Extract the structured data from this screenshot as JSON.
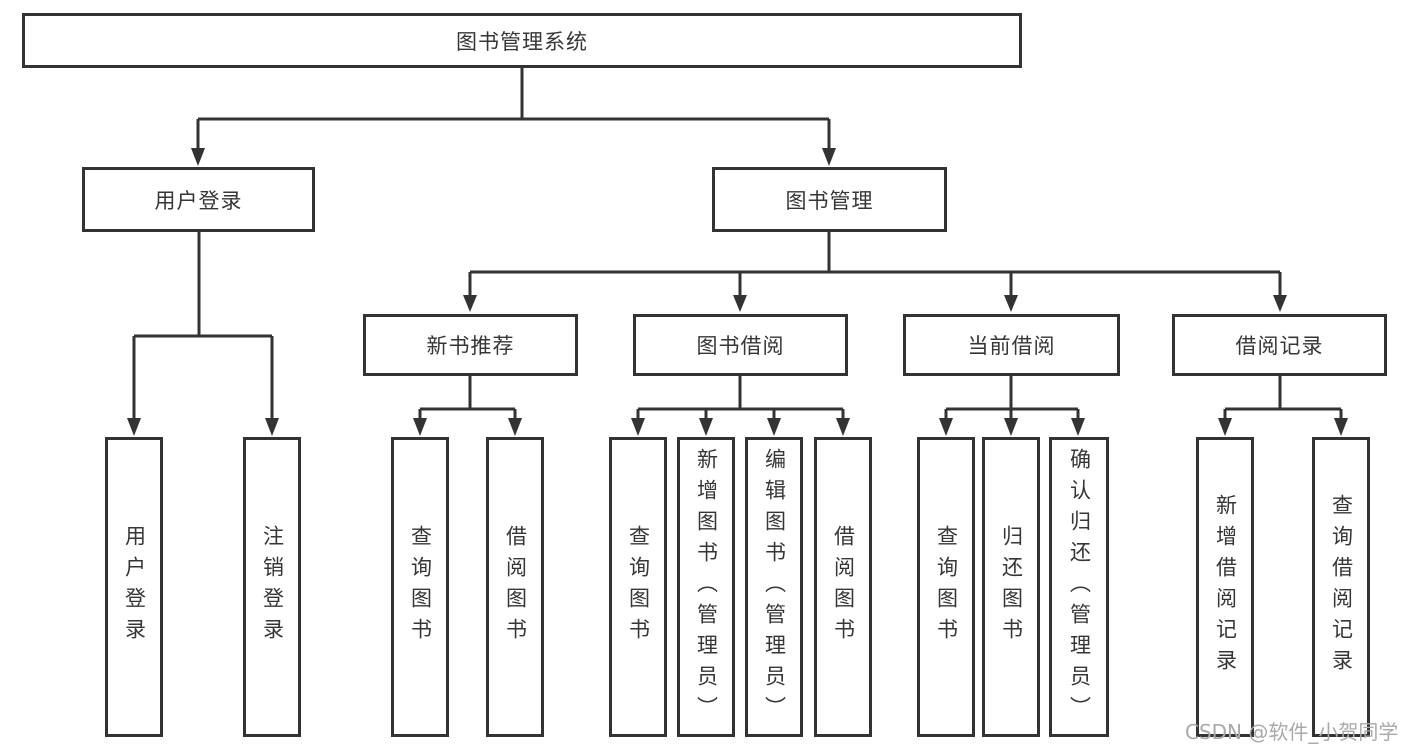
{
  "diagram": {
    "root": {
      "label": "图书管理系统"
    },
    "level2": [
      {
        "label": "用户登录"
      },
      {
        "label": "图书管理"
      }
    ],
    "level3": [
      {
        "label": "新书推荐"
      },
      {
        "label": "图书借阅"
      },
      {
        "label": "当前借阅"
      },
      {
        "label": "借阅记录"
      }
    ],
    "leaves": {
      "user_login": [
        "用户登录",
        "注销登录"
      ],
      "new_book": [
        "查询图书",
        "借阅图书"
      ],
      "book_borrow": [
        "查询图书",
        "新增图书（管理员）",
        "编辑图书（管理员）",
        "借阅图书"
      ],
      "current_borrow": [
        "查询图书",
        "归还图书",
        "确认归还（管理员）"
      ],
      "borrow_record": [
        "新增借阅记录",
        "查询借阅记录"
      ]
    }
  },
  "watermark": "CSDN @软件_小贺同学",
  "colors": {
    "line": "#333333",
    "text": "#363636",
    "watermark": "#a9a9a9",
    "background": "#ffffff"
  }
}
